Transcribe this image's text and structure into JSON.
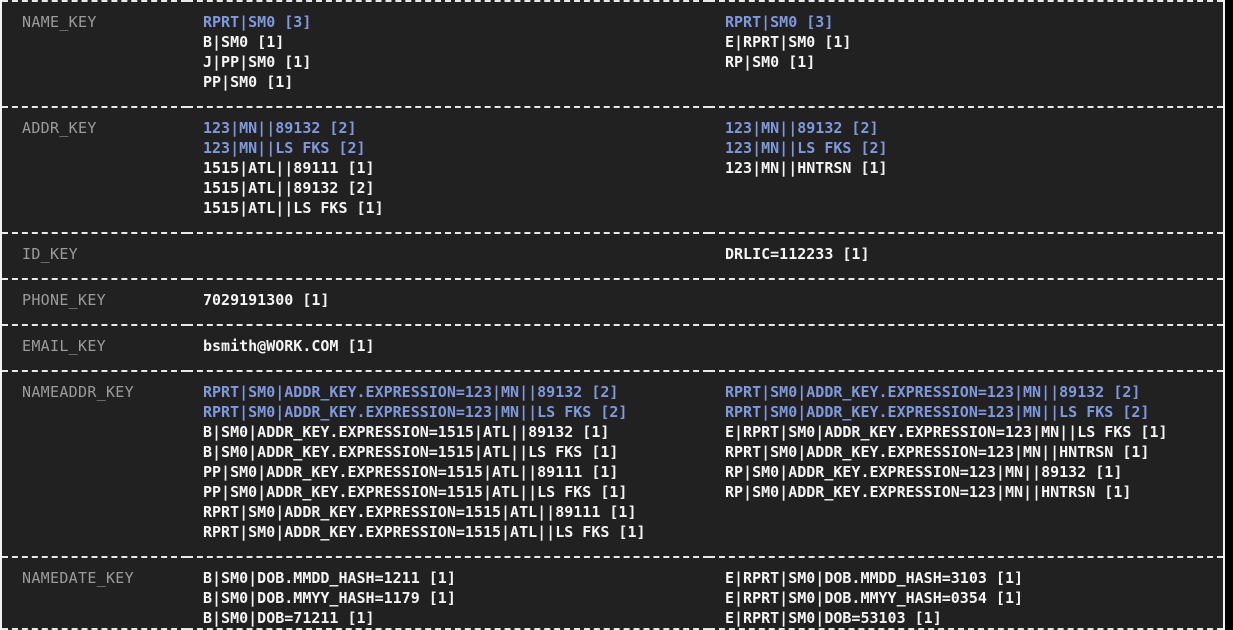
{
  "table": {
    "highlight_color": "#7e99de",
    "text_color": "#f5f5f5",
    "label_color": "#9b9b9b",
    "background_color": "#212121",
    "border_color": "#f2f2f2",
    "rows": [
      {
        "key": "NAME_KEY",
        "left": [
          {
            "text": "RPRT|SM0 [3]",
            "highlight": true
          },
          {
            "text": "B|SM0 [1]",
            "highlight": false
          },
          {
            "text": "J|PP|SM0 [1]",
            "highlight": false
          },
          {
            "text": "PP|SM0 [1]",
            "highlight": false
          }
        ],
        "right": [
          {
            "text": "RPRT|SM0 [3]",
            "highlight": true
          },
          {
            "text": "E|RPRT|SM0 [1]",
            "highlight": false
          },
          {
            "text": "RP|SM0 [1]",
            "highlight": false
          }
        ]
      },
      {
        "key": "ADDR_KEY",
        "left": [
          {
            "text": "123|MN||89132 [2]",
            "highlight": true
          },
          {
            "text": "123|MN||LS FKS [2]",
            "highlight": true
          },
          {
            "text": "1515|ATL||89111 [1]",
            "highlight": false
          },
          {
            "text": "1515|ATL||89132 [2]",
            "highlight": false
          },
          {
            "text": "1515|ATL||LS FKS [1]",
            "highlight": false
          }
        ],
        "right": [
          {
            "text": "123|MN||89132 [2]",
            "highlight": true
          },
          {
            "text": "123|MN||LS FKS [2]",
            "highlight": true
          },
          {
            "text": "123|MN||HNTRSN [1]",
            "highlight": false
          }
        ]
      },
      {
        "key": "ID_KEY",
        "left": [],
        "right": [
          {
            "text": "DRLIC=112233 [1]",
            "highlight": false
          }
        ]
      },
      {
        "key": "PHONE_KEY",
        "left": [
          {
            "text": "7029191300 [1]",
            "highlight": false
          }
        ],
        "right": []
      },
      {
        "key": "EMAIL_KEY",
        "left": [
          {
            "text": "bsmith@WORK.COM [1]",
            "highlight": false
          }
        ],
        "right": []
      },
      {
        "key": "NAMEADDR_KEY",
        "left": [
          {
            "text": "RPRT|SM0|ADDR_KEY.EXPRESSION=123|MN||89132 [2]",
            "highlight": true
          },
          {
            "text": "RPRT|SM0|ADDR_KEY.EXPRESSION=123|MN||LS FKS [2]",
            "highlight": true
          },
          {
            "text": "B|SM0|ADDR_KEY.EXPRESSION=1515|ATL||89132 [1]",
            "highlight": false
          },
          {
            "text": "B|SM0|ADDR_KEY.EXPRESSION=1515|ATL||LS FKS [1]",
            "highlight": false
          },
          {
            "text": "PP|SM0|ADDR_KEY.EXPRESSION=1515|ATL||89111 [1]",
            "highlight": false
          },
          {
            "text": "PP|SM0|ADDR_KEY.EXPRESSION=1515|ATL||LS FKS [1]",
            "highlight": false
          },
          {
            "text": "RPRT|SM0|ADDR_KEY.EXPRESSION=1515|ATL||89111 [1]",
            "highlight": false
          },
          {
            "text": "RPRT|SM0|ADDR_KEY.EXPRESSION=1515|ATL||LS FKS [1]",
            "highlight": false
          }
        ],
        "right": [
          {
            "text": "RPRT|SM0|ADDR_KEY.EXPRESSION=123|MN||89132 [2]",
            "highlight": true
          },
          {
            "text": "RPRT|SM0|ADDR_KEY.EXPRESSION=123|MN||LS FKS [2]",
            "highlight": true
          },
          {
            "text": "E|RPRT|SM0|ADDR_KEY.EXPRESSION=123|MN||LS FKS [1]",
            "highlight": false
          },
          {
            "text": "RPRT|SM0|ADDR_KEY.EXPRESSION=123|MN||HNTRSN [1]",
            "highlight": false
          },
          {
            "text": "RP|SM0|ADDR_KEY.EXPRESSION=123|MN||89132 [1]",
            "highlight": false
          },
          {
            "text": "RP|SM0|ADDR_KEY.EXPRESSION=123|MN||HNTRSN [1]",
            "highlight": false
          }
        ]
      },
      {
        "key": "NAMEDATE_KEY",
        "left": [
          {
            "text": "B|SM0|DOB.MMDD_HASH=1211 [1]",
            "highlight": false
          },
          {
            "text": "B|SM0|DOB.MMYY_HASH=1179 [1]",
            "highlight": false
          },
          {
            "text": "B|SM0|DOB=71211 [1]",
            "highlight": false
          }
        ],
        "right": [
          {
            "text": "E|RPRT|SM0|DOB.MMDD_HASH=3103 [1]",
            "highlight": false
          },
          {
            "text": "E|RPRT|SM0|DOB.MMYY_HASH=0354 [1]",
            "highlight": false
          },
          {
            "text": "E|RPRT|SM0|DOB=53103 [1]",
            "highlight": false
          }
        ]
      }
    ]
  }
}
